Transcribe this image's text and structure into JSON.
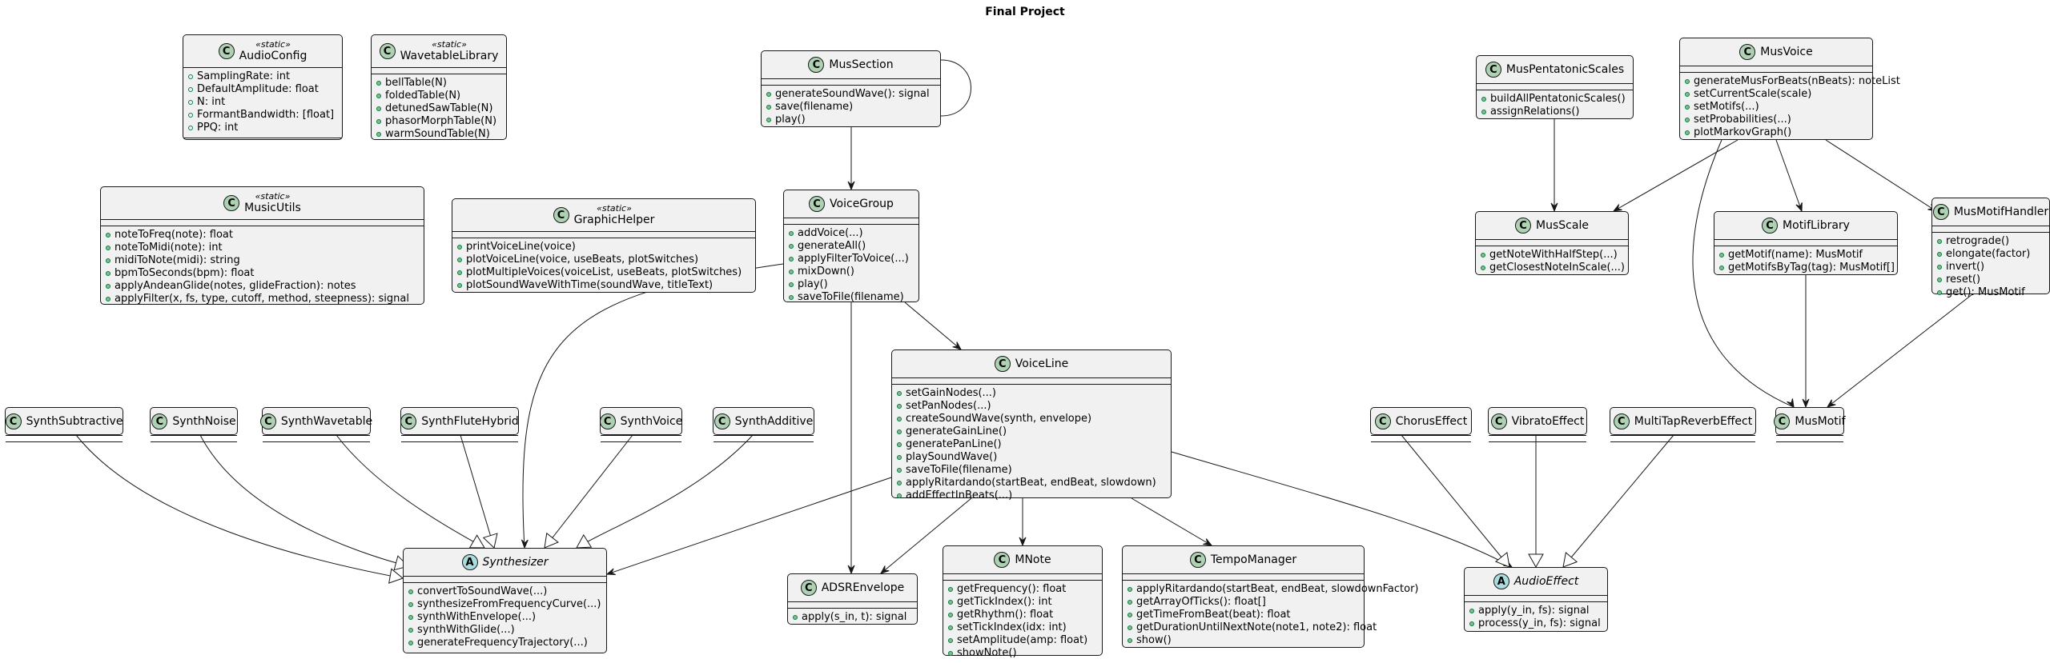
{
  "diagram": {
    "title": "Final Project"
  },
  "classes": [
    {
      "id": "AudioConfig",
      "name": "AudioConfig",
      "stereotype": "«static»",
      "letter": "C",
      "fields": [
        "SamplingRate: int",
        "DefaultAmplitude: float",
        "N: int",
        "FormantBandwidth: [float]",
        "PPQ: int"
      ],
      "methods": []
    },
    {
      "id": "WavetableLibrary",
      "name": "WavetableLibrary",
      "stereotype": "«static»",
      "letter": "C",
      "fields": [],
      "methods": [
        "bellTable(N)",
        "foldedTable(N)",
        "detunedSawTable(N)",
        "phasorMorphTable(N)",
        "warmSoundTable(N)"
      ]
    },
    {
      "id": "MusicUtils",
      "name": "MusicUtils",
      "stereotype": "«static»",
      "letter": "C",
      "fields": [],
      "methods": [
        "noteToFreq(note): float",
        "noteToMidi(note): int",
        "midiToNote(midi): string",
        "bpmToSeconds(bpm): float",
        "applyAndeanGlide(notes, glideFraction): notes",
        "applyFilter(x, fs, type, cutoff, method, steepness): signal"
      ]
    },
    {
      "id": "GraphicHelper",
      "name": "GraphicHelper",
      "stereotype": "«static»",
      "letter": "C",
      "fields": [],
      "methods": [
        "printVoiceLine(voice)",
        "plotVoiceLine(voice, useBeats, plotSwitches)",
        "plotMultipleVoices(voiceList, useBeats, plotSwitches)",
        "plotSoundWaveWithTime(soundWave, titleText)"
      ]
    },
    {
      "id": "MusSection",
      "name": "MusSection",
      "letter": "C",
      "fields": [],
      "methods": [
        "generateSoundWave(): signal",
        "save(filename)",
        "play()"
      ]
    },
    {
      "id": "VoiceGroup",
      "name": "VoiceGroup",
      "letter": "C",
      "fields": [],
      "methods": [
        "addVoice(...)",
        "generateAll()",
        "applyFilterToVoice(...)",
        "mixDown()",
        "play()",
        "saveToFile(filename)"
      ]
    },
    {
      "id": "VoiceLine",
      "name": "VoiceLine",
      "letter": "C",
      "fields": [],
      "methods": [
        "setGainNodes(...)",
        "setPanNodes(...)",
        "createSoundWave(synth, envelope)",
        "generateGainLine()",
        "generatePanLine()",
        "playSoundWave()",
        "saveToFile(filename)",
        "applyRitardando(startBeat, endBeat, slowdown)",
        "addEffectInBeats(...)"
      ]
    },
    {
      "id": "MusPentatonicScales",
      "name": "MusPentatonicScales",
      "letter": "C",
      "fields": [],
      "methods": [
        "buildAllPentatonicScales()",
        "assignRelations()"
      ]
    },
    {
      "id": "MusVoice",
      "name": "MusVoice",
      "letter": "C",
      "fields": [],
      "methods": [
        "generateMusForBeats(nBeats): noteList",
        "setCurrentScale(scale)",
        "setMotifs(...)",
        "setProbabilities(...)",
        "plotMarkovGraph()"
      ]
    },
    {
      "id": "MusScale",
      "name": "MusScale",
      "letter": "C",
      "fields": [],
      "methods": [
        "getNoteWithHalfStep(...)",
        "getClosestNoteInScale(...)"
      ]
    },
    {
      "id": "MotifLibrary",
      "name": "MotifLibrary",
      "letter": "C",
      "fields": [],
      "methods": [
        "getMotif(name): MusMotif",
        "getMotifsByTag(tag): MusMotif[]"
      ]
    },
    {
      "id": "MusMotifHandler",
      "name": "MusMotifHandler",
      "letter": "C",
      "fields": [],
      "methods": [
        "retrograde()",
        "elongate(factor)",
        "invert()",
        "reset()",
        "get(): MusMotif"
      ]
    },
    {
      "id": "MusMotif",
      "name": "MusMotif",
      "letter": "C",
      "fields": [],
      "methods": []
    },
    {
      "id": "SynthSubtractive",
      "name": "SynthSubtractive",
      "letter": "C",
      "fields": [],
      "methods": []
    },
    {
      "id": "SynthNoise",
      "name": "SynthNoise",
      "letter": "C",
      "fields": [],
      "methods": []
    },
    {
      "id": "SynthWavetable",
      "name": "SynthWavetable",
      "letter": "C",
      "fields": [],
      "methods": []
    },
    {
      "id": "SynthFluteHybrid",
      "name": "SynthFluteHybrid",
      "letter": "C",
      "fields": [],
      "methods": []
    },
    {
      "id": "SynthVoice",
      "name": "SynthVoice",
      "letter": "C",
      "fields": [],
      "methods": []
    },
    {
      "id": "SynthAdditive",
      "name": "SynthAdditive",
      "letter": "C",
      "fields": [],
      "methods": []
    },
    {
      "id": "ChorusEffect",
      "name": "ChorusEffect",
      "letter": "C",
      "fields": [],
      "methods": []
    },
    {
      "id": "VibratoEffect",
      "name": "VibratoEffect",
      "letter": "C",
      "fields": [],
      "methods": []
    },
    {
      "id": "MultiTapReverbEffect",
      "name": "MultiTapReverbEffect",
      "letter": "C",
      "fields": [],
      "methods": []
    },
    {
      "id": "Synthesizer",
      "name": "Synthesizer",
      "letter": "A",
      "abstract": true,
      "fields": [],
      "methods": [
        "convertToSoundWave(...)",
        "synthesizeFromFrequencyCurve(...)",
        "synthWithEnvelope(...)",
        "synthWithGlide(...)",
        "generateFrequencyTrajectory(...)"
      ]
    },
    {
      "id": "ADSREnvelope",
      "name": "ADSREnvelope",
      "letter": "C",
      "fields": [],
      "methods": [
        "apply(s_in, t): signal"
      ]
    },
    {
      "id": "MNote",
      "name": "MNote",
      "letter": "C",
      "fields": [],
      "methods": [
        "getFrequency(): float",
        "getTickIndex(): int",
        "getRhythm(): float",
        "setTickIndex(idx: int)",
        "setAmplitude(amp: float)",
        "showNote()"
      ]
    },
    {
      "id": "TempoManager",
      "name": "TempoManager",
      "letter": "C",
      "fields": [],
      "methods": [
        "applyRitardando(startBeat, endBeat, slowdownFactor)",
        "getArrayOfTicks(): float[]",
        "getTimeFromBeat(beat): float",
        "getDurationUntilNextNote(note1, note2): float",
        "show()"
      ]
    },
    {
      "id": "AudioEffect",
      "name": "AudioEffect",
      "letter": "A",
      "abstract": true,
      "fields": [],
      "methods": [
        "apply(y_in, fs): signal",
        "process(y_in, fs): signal"
      ]
    }
  ],
  "relations": [
    {
      "from": "MusSection",
      "to": "MusSection",
      "kind": "association"
    },
    {
      "from": "MusSection",
      "to": "VoiceGroup",
      "kind": "association"
    },
    {
      "from": "VoiceGroup",
      "to": "VoiceLine",
      "kind": "association"
    },
    {
      "from": "VoiceGroup",
      "to": "Synthesizer",
      "kind": "association"
    },
    {
      "from": "VoiceGroup",
      "to": "ADSREnvelope",
      "kind": "association"
    },
    {
      "from": "VoiceLine",
      "to": "Synthesizer",
      "kind": "association"
    },
    {
      "from": "VoiceLine",
      "to": "ADSREnvelope",
      "kind": "association"
    },
    {
      "from": "VoiceLine",
      "to": "MNote",
      "kind": "association"
    },
    {
      "from": "VoiceLine",
      "to": "TempoManager",
      "kind": "association"
    },
    {
      "from": "VoiceLine",
      "to": "AudioEffect",
      "kind": "association"
    },
    {
      "from": "MusPentatonicScales",
      "to": "MusScale",
      "kind": "association"
    },
    {
      "from": "MusVoice",
      "to": "MusScale",
      "kind": "association"
    },
    {
      "from": "MusVoice",
      "to": "MotifLibrary",
      "kind": "association"
    },
    {
      "from": "MusVoice",
      "to": "MusMotifHandler",
      "kind": "association"
    },
    {
      "from": "MusVoice",
      "to": "MusMotif",
      "kind": "association"
    },
    {
      "from": "MotifLibrary",
      "to": "MusMotif",
      "kind": "association"
    },
    {
      "from": "MusMotifHandler",
      "to": "MusMotif",
      "kind": "association"
    },
    {
      "from": "SynthSubtractive",
      "to": "Synthesizer",
      "kind": "inheritance"
    },
    {
      "from": "SynthNoise",
      "to": "Synthesizer",
      "kind": "inheritance"
    },
    {
      "from": "SynthWavetable",
      "to": "Synthesizer",
      "kind": "inheritance"
    },
    {
      "from": "SynthFluteHybrid",
      "to": "Synthesizer",
      "kind": "inheritance"
    },
    {
      "from": "SynthVoice",
      "to": "Synthesizer",
      "kind": "inheritance"
    },
    {
      "from": "SynthAdditive",
      "to": "Synthesizer",
      "kind": "inheritance"
    },
    {
      "from": "ChorusEffect",
      "to": "AudioEffect",
      "kind": "inheritance"
    },
    {
      "from": "VibratoEffect",
      "to": "AudioEffect",
      "kind": "inheritance"
    },
    {
      "from": "MultiTapReverbEffect",
      "to": "AudioEffect",
      "kind": "inheritance"
    }
  ],
  "colors": {
    "class_fill": "#f1f1f1",
    "border": "#181818",
    "class_badge": "#add1b2",
    "abstract_badge": "#a9dcdf",
    "member_dot": "#84be84",
    "arrow": "#181818"
  }
}
